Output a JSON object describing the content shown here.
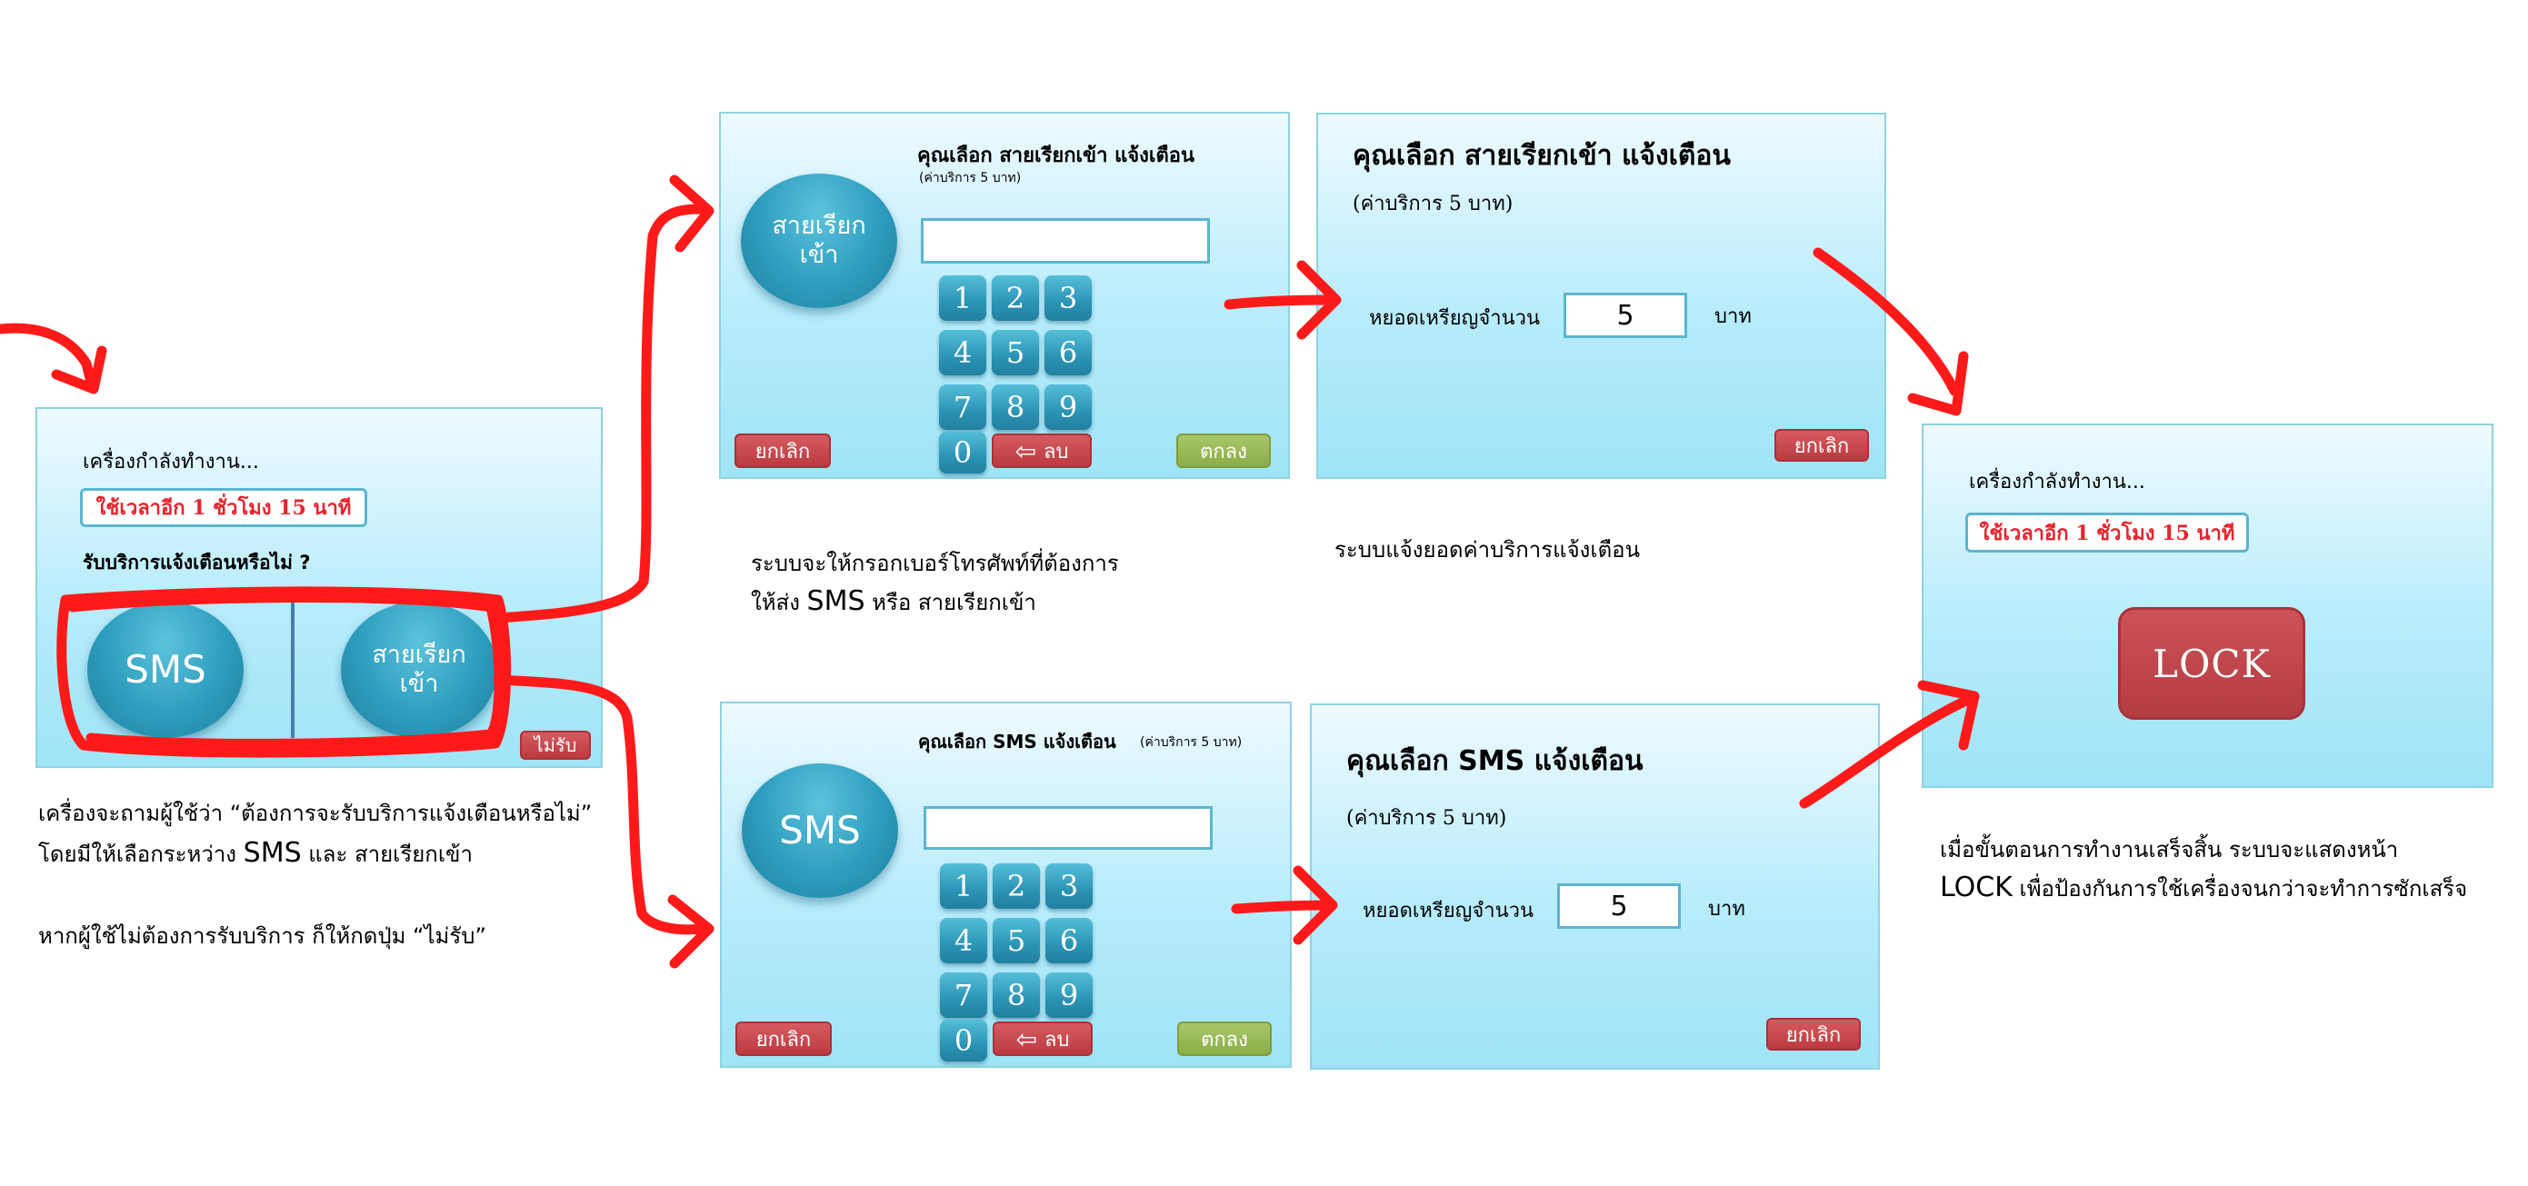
{
  "screen1": {
    "working": "เครื่องกำลังทำงาน...",
    "time_left": "ใช้เวลาอีก 1 ชั่วโมง 15 นาที",
    "question": "รับบริการแจ้งเตือนหรือไม่ ?",
    "sms_label": "SMS",
    "call_label_1": "สายเรียก",
    "call_label_2": "เข้า",
    "reject_label": "ไม่รับ"
  },
  "desc1": {
    "line1": "เครื่องจะถามผู้ใช้ว่า  “ต้องการจะรับบริการแจ้งเตือนหรือไม่”",
    "line2_a": "โดยมีให้เลือกระหว่าง ",
    "line2_b": "SMS",
    "line2_c": " และ สายเรียกเข้า",
    "line3": "หากผู้ใช้ไม่ต้องการรับบริการ ก็ให้กดปุ่ม  “ไม่รับ”"
  },
  "call_entry": {
    "title": "คุณเลือก สายเรียกเข้า แจ้งเตือน",
    "fee": "(ค่าบริการ 5 บาท)",
    "oval_1": "สายเรียก",
    "oval_2": "เข้า",
    "cancel": "ยกเลิก",
    "delete": "ลบ",
    "ok": "ตกลง"
  },
  "sms_entry": {
    "title": "คุณเลือก SMS แจ้งเตือน",
    "fee": "(ค่าบริการ 5 บาท)",
    "oval": "SMS",
    "cancel": "ยกเลิก",
    "delete": "ลบ",
    "ok": "ตกลง"
  },
  "keypad": [
    "1",
    "2",
    "3",
    "4",
    "5",
    "6",
    "7",
    "8",
    "9",
    "0"
  ],
  "desc2": {
    "line1": "ระบบจะให้กรอกเบอร์โทรศัพท์ที่ต้องการ",
    "line2_a": "ให้ส่ง ",
    "line2_b": "SMS",
    "line2_c": " หรือ สายเรียกเข้า"
  },
  "call_fee": {
    "title": "คุณเลือก สายเรียกเข้า แจ้งเตือน",
    "fee": "(ค่าบริการ 5 บาท)",
    "coin_label": "หยอดเหรียญจำนวน",
    "coin_value": "5",
    "unit": "บาท",
    "cancel": "ยกเลิก"
  },
  "sms_fee": {
    "title": "คุณเลือก SMS แจ้งเตือน",
    "fee": "(ค่าบริการ 5 บาท)",
    "coin_label": "หยอดเหรียญจำนวน",
    "coin_value": "5",
    "unit": "บาท",
    "cancel": "ยกเลิก"
  },
  "desc3": {
    "line1": "ระบบแจ้งยอดค่าบริการแจ้งเตือน"
  },
  "lock_screen": {
    "working": "เครื่องกำลังทำงาน...",
    "time_left": "ใช้เวลาอีก 1 ชั่วโมง 15 นาที",
    "lock": "LOCK"
  },
  "desc4": {
    "line1": "เมื่อขั้นตอนการทำงานเสร็จสิ้น ระบบจะแสดงหน้า",
    "line2_a": "LOCK",
    "line2_b": " เพื่อป้องกันการใช้เครื่องจนกว่าจะทำการซักเสร็จ"
  },
  "colors": {
    "arrow": "#ff1a1a",
    "status_text": "#e8222c",
    "screen_border": "#8fd2e3"
  }
}
